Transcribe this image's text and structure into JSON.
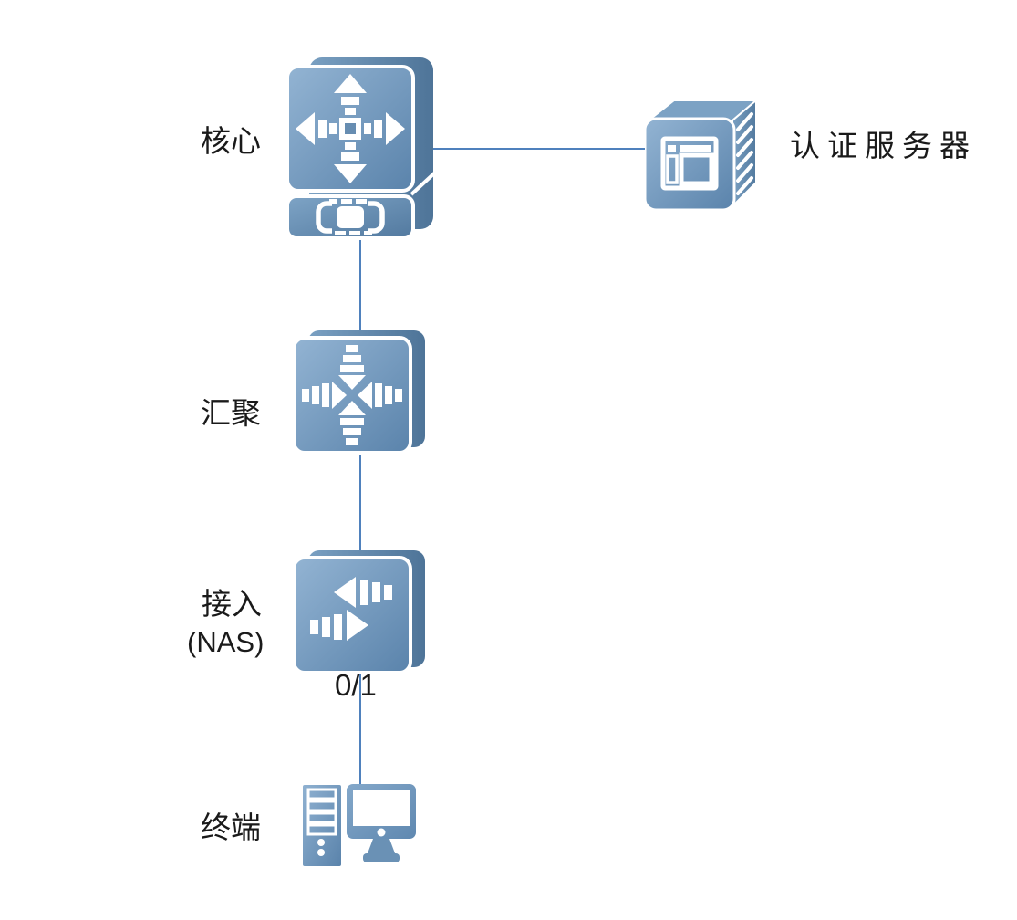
{
  "diagram_type": "network-topology",
  "labels": {
    "core": "核心",
    "auth_server": "认证服务器",
    "aggregation": "汇聚",
    "access": "接入",
    "access_sub": "(NAS)",
    "port": "0/1",
    "terminal": "终端"
  },
  "nodes": [
    {
      "id": "core",
      "label": "核心",
      "icon": "layer3-switch"
    },
    {
      "id": "auth_server",
      "label": "认证服务器",
      "icon": "server"
    },
    {
      "id": "aggregation",
      "label": "汇聚",
      "icon": "workgroup-switch-converging-arrows"
    },
    {
      "id": "access",
      "label": "接入 (NAS)",
      "icon": "workgroup-switch-two-arrows"
    },
    {
      "id": "terminal",
      "label": "终端",
      "icon": "desktop-pc"
    }
  ],
  "connections": [
    {
      "from": "core",
      "to": "auth_server"
    },
    {
      "from": "core",
      "to": "aggregation"
    },
    {
      "from": "aggregation",
      "to": "access"
    },
    {
      "from": "access",
      "to": "terminal",
      "port": "0/1"
    }
  ],
  "colors": {
    "icon_face_light": "#93b4d3",
    "icon_face_dark": "#5a83ab",
    "icon_side_light": "#7aa0c2",
    "icon_side_dark": "#4e7498",
    "link_line": "#4f81bd",
    "text": "#1a1a1a",
    "background": "#ffffff"
  }
}
